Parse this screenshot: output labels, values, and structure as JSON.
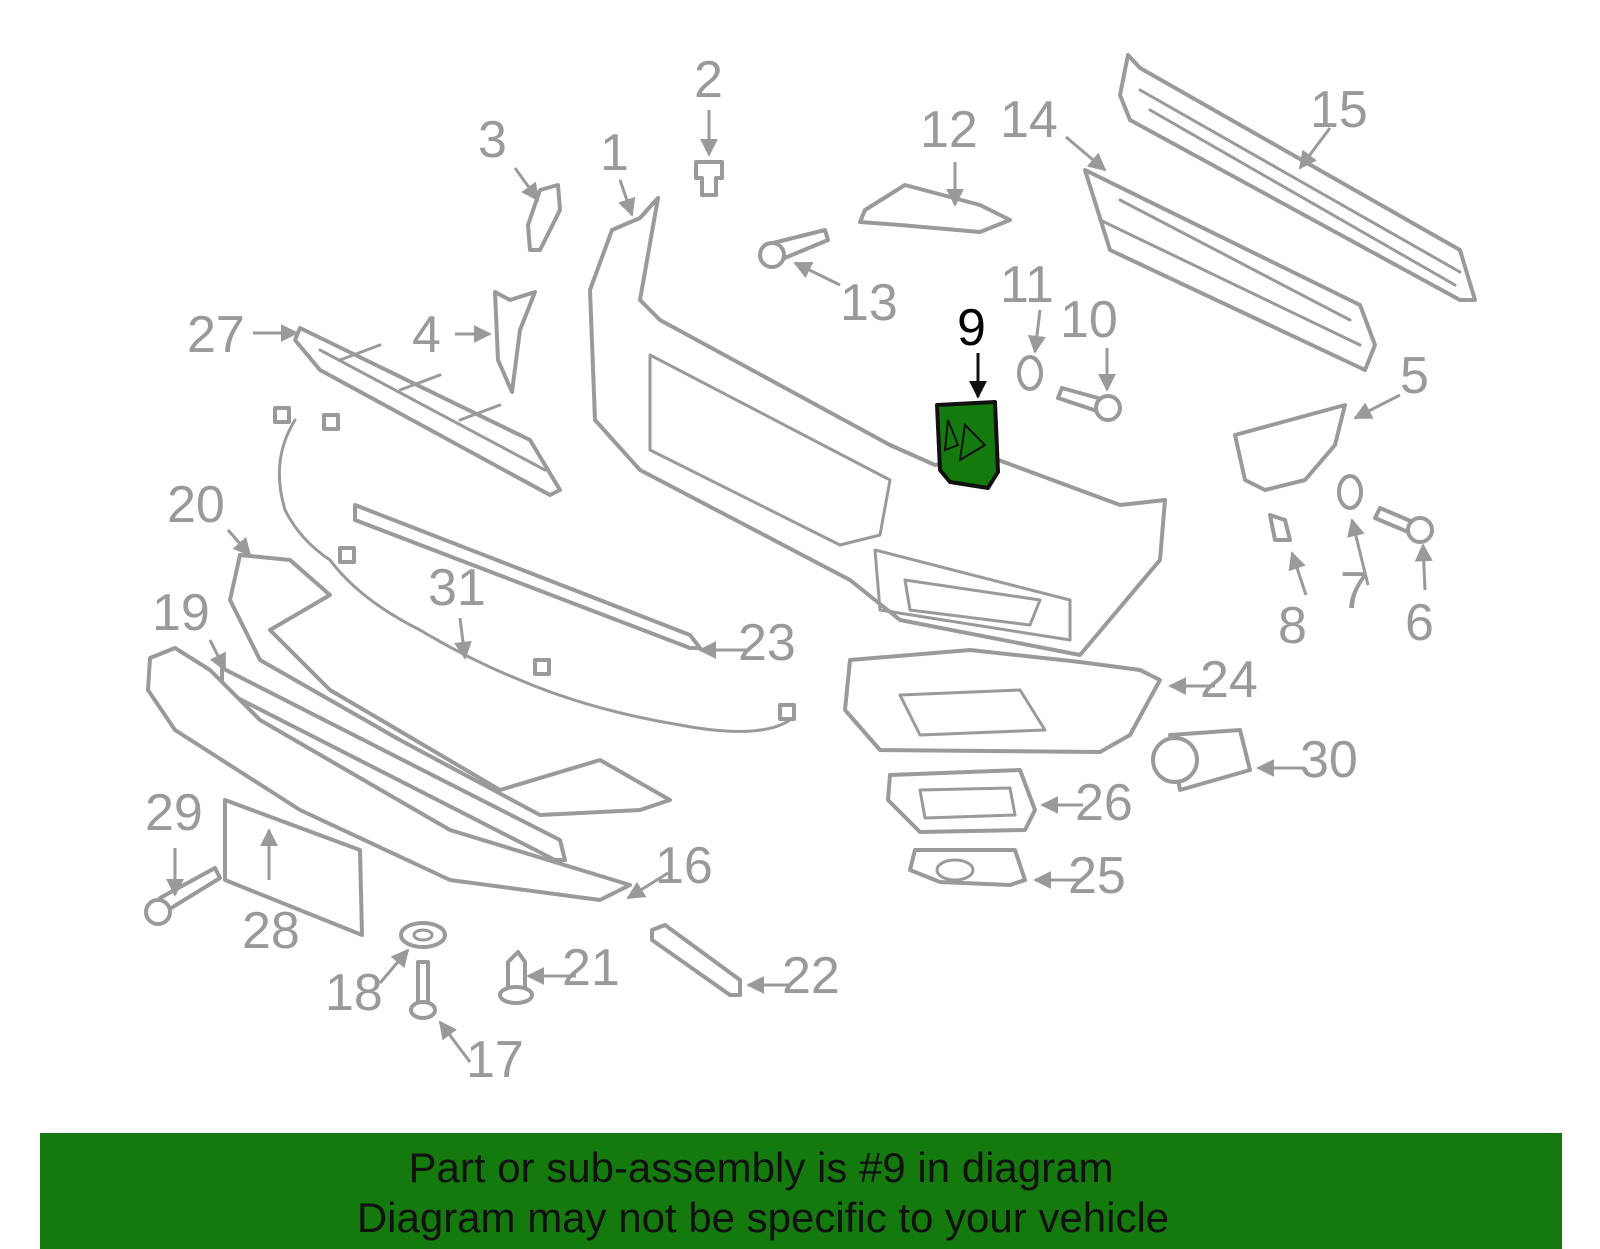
{
  "colors": {
    "banner_background": "#157a0e",
    "banner_text": "#111111",
    "highlight_part": "#157a0e",
    "linework": "#9a9a9a"
  },
  "highlighted_callout": "9",
  "callouts": {
    "c1": "1",
    "c2": "2",
    "c3": "3",
    "c4": "4",
    "c5": "5",
    "c6": "6",
    "c7": "7",
    "c8": "8",
    "c9": "9",
    "c10": "10",
    "c11": "11",
    "c12": "12",
    "c13": "13",
    "c14": "14",
    "c15": "15",
    "c16": "16",
    "c17": "17",
    "c18": "18",
    "c19": "19",
    "c20": "20",
    "c21": "21",
    "c22": "22",
    "c23": "23",
    "c24": "24",
    "c25": "25",
    "c26": "26",
    "c27": "27",
    "c28": "28",
    "c29": "29",
    "c30": "30",
    "c31": "31"
  },
  "banner": {
    "line1": "Part or sub-assembly is #9 in diagram",
    "line2": "Diagram may not be specific to your vehicle"
  }
}
